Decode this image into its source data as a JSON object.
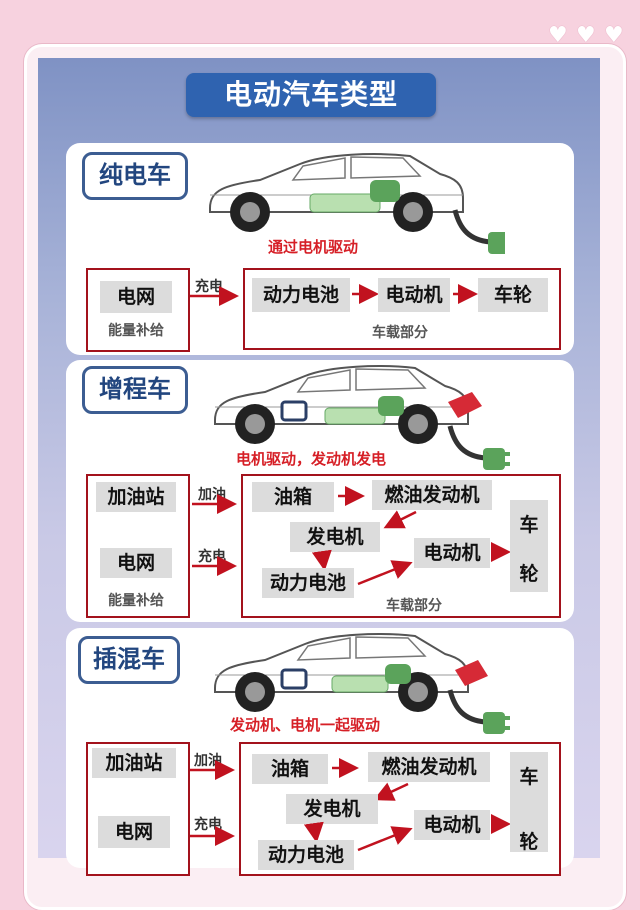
{
  "title": "电动汽车类型",
  "colors": {
    "accent": "#2f63b0",
    "red": "#a3121c",
    "green": "#5ba35b"
  },
  "sections": [
    {
      "tag": "纯电车",
      "caption": "通过电机驱动",
      "left_top": "电网",
      "left_note": "能量补给",
      "arrow_label": "充电",
      "chain": [
        "动力电池",
        "电动机",
        "车轮"
      ],
      "group_note": "车载部分"
    },
    {
      "tag": "增程车",
      "caption": "电机驱动，发动机发电",
      "left_top": "加油站",
      "left_bottom": "电网",
      "left_note": "能量补给",
      "arrow_top": "加油",
      "arrow_bottom": "充电",
      "tank": "油箱",
      "engine": "燃油发动机",
      "generator": "发电机",
      "motor": "电动机",
      "battery": "动力电池",
      "wheel1": "车",
      "wheel2": "轮",
      "group_note": "车载部分"
    },
    {
      "tag": "插混车",
      "caption": "发动机、电机一起驱动",
      "left_top": "加油站",
      "left_bottom": "电网",
      "arrow_top": "加油",
      "arrow_bottom": "充电",
      "tank": "油箱",
      "engine": "燃油发动机",
      "generator": "发电机",
      "motor": "电动机",
      "battery": "动力电池",
      "wheel1": "车",
      "wheel2": "轮"
    }
  ]
}
